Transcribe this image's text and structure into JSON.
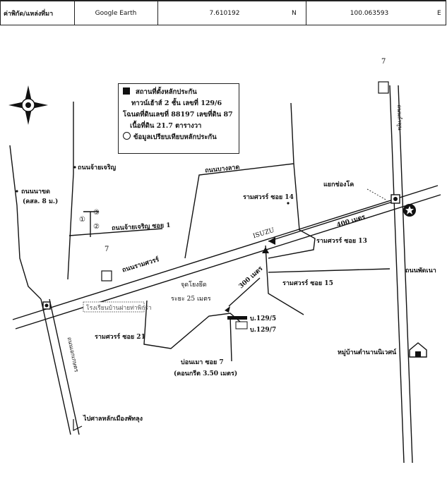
{
  "header": {
    "label": "ค่าพิกัด/แหล่งที่มา",
    "source": "Google Earth",
    "latitude": "7.610192",
    "lat_dir": "N",
    "longitude": "100.063593",
    "lon_dir": "E"
  },
  "legend": {
    "line1": "สถานที่ตั้งหลักประกัน",
    "line2": "ทาวน์เฮ้าส์ 2 ชั้น เลขที่ 129/6",
    "line3": "โฉนดที่ดินเลขที่ 88197 เลขที่ดิน 87",
    "line4": "เนื้อที่ดิน 21.7 ตารางวา",
    "line5": "ข้อมูลเปรียบเทียบหลักประกัน"
  },
  "labels": {
    "road_chaicharoen": "ถนนจ้ายเจริญ",
    "road_nakhot": "ถนนนาขด",
    "road_nakhot_sub": "(คสล. 8 ม.)",
    "road_chaicharoen_s1": "ถนนจ้ายเจริญ ซอย 1",
    "road_bangsaad": "ถนนบางลาด",
    "ramsawan_14": "รามศวรร์ ซอย 14",
    "junction": "แยกช่องโค",
    "isuzu": "ISUZU",
    "dist_400": "400 เมตร",
    "ramsawan_13": "รามศวรร์ ซอย 13",
    "road_ramsawan": "ถนนรามศวรร์",
    "dist_300": "300 เมตร",
    "road_phatthalung_right": "ถนนพัดเนา",
    "ramsawan_15": "รามศวรร์ ซอย 15",
    "pointer_top": "จุดโยงยึด",
    "pointer_bottom": "ระยะ 25 เมตร",
    "school_box": "โรงเรียนบ้านฝายท่าพิกร่า",
    "ramsawan_21": "รามศวรร์ ซอย 21",
    "house_1295": "บ.129/5",
    "house_1297": "บ.129/7",
    "village": "หมู่บ้านตำนานนิเวศน์",
    "soi7_line1": "บ่อนเมา ซอย 7",
    "soi7_line2": "(คอนกรีต 3.50 เมตร)",
    "to_city": "ไปศาลหลักเมืองพัทลุง",
    "vert_road_left": "ถนนเอกเกษตร",
    "vert_road_right": "ถนนลำพูน",
    "comp1": "①",
    "comp2": "②",
    "comp3": "③",
    "seven_top": "7",
    "seven_left": "7"
  },
  "colors": {
    "ink": "#111111",
    "paper": "#ffffff"
  }
}
